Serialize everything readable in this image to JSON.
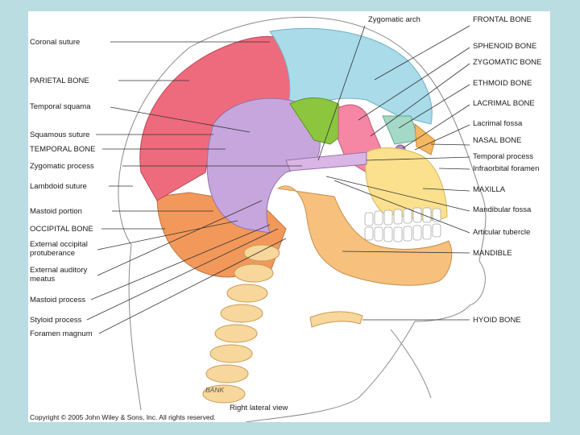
{
  "left_labels": [
    "Coronal suture",
    "PARIETAL BONE",
    "Temporal squama",
    "Squamous suture",
    "TEMPORAL BONE",
    "Zygomatic process",
    "Lambdoid suture",
    "Mastoid portion",
    "OCCIPITAL BONE",
    "External occipital",
    "protuberance",
    "External auditory",
    "meatus",
    "Mastoid process",
    "Styloid process",
    "Foramen magnum"
  ],
  "top_label": "Zygomatic arch",
  "right_labels": [
    "FRONTAL BONE",
    "SPHENOID BONE",
    "ZYGOMATIC BONE",
    "ETHMOID BONE",
    "LACRIMAL BONE",
    "Lacrimal fossa",
    "NASAL BONE",
    "Temporal process",
    "Infraorbital foramen",
    "MAXILLA",
    "Mandibular fossa",
    "Articular tubercle",
    "MANDIBLE",
    "HYOID BONE"
  ],
  "view_caption": "Right lateral view",
  "copyright": "Copyright © 2005 John Wiley & Sons, Inc. All rights reserved.",
  "artist_signature": "BANK",
  "colors": {
    "parietal": "#ee6b7d",
    "frontal": "#a9dbe9",
    "temporal": "#c6a6dc",
    "occipital": "#f2985a",
    "sphenoid": "#8cc63f",
    "zygomatic": "#f587a4",
    "maxilla": "#fbe08e",
    "mandible": "#f7c07d",
    "hyoid_spine": "#f7d79b"
  }
}
